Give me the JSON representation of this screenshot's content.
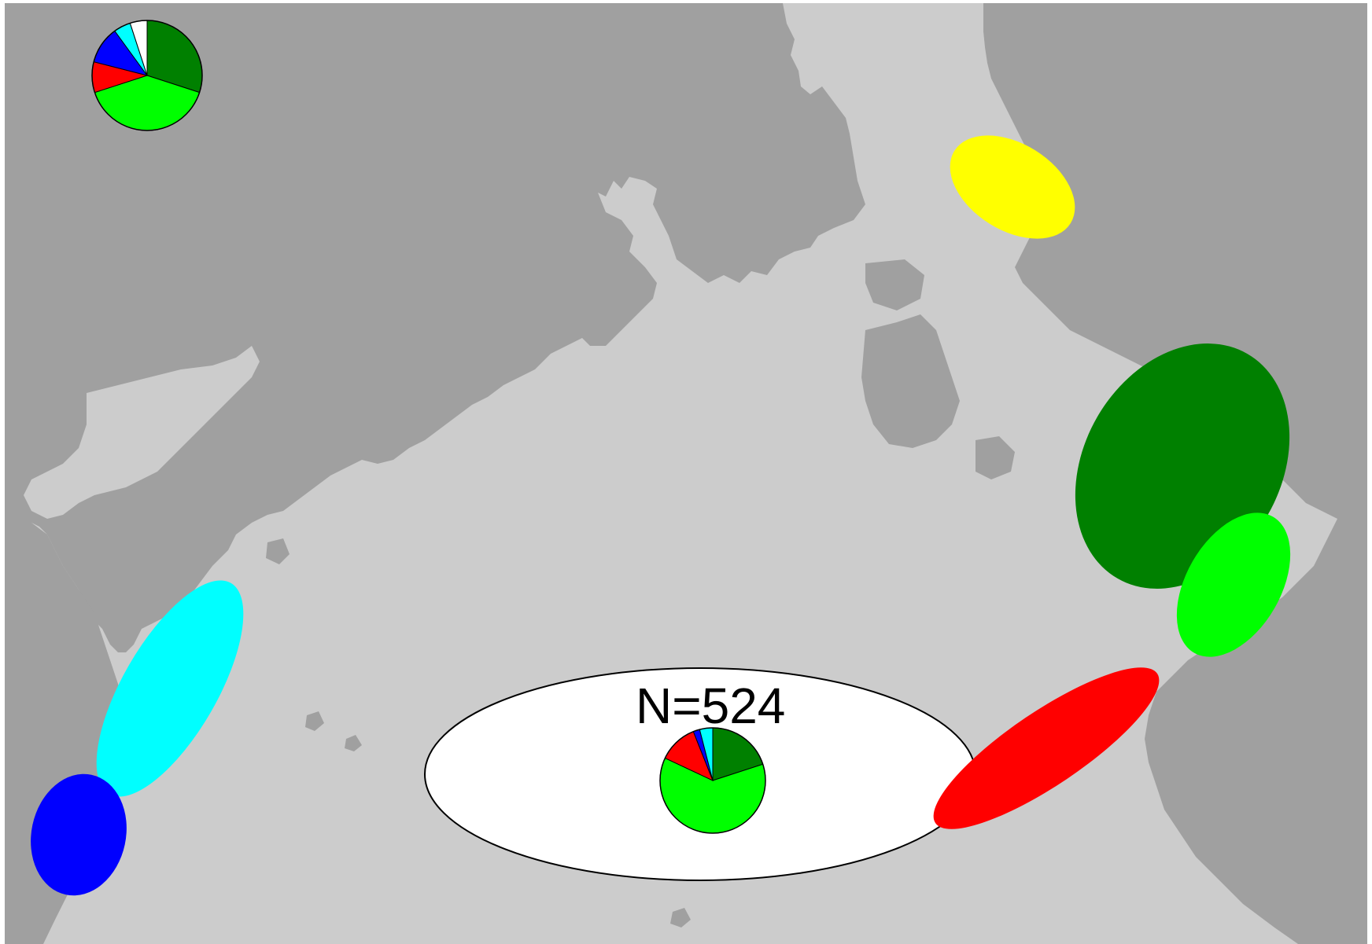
{
  "map": {
    "colors": {
      "sea": "#cccccc",
      "land": "#a0a0a0",
      "outline": "#000000"
    },
    "sample_label": "N=524",
    "region_colors": {
      "dark_green": "#008000",
      "light_green": "#00ff00",
      "red": "#ff0000",
      "blue": "#0000ff",
      "cyan": "#00ffff",
      "yellow": "#ffff00",
      "white": "#ffffff"
    },
    "pie_legend_top_left": {
      "slices": [
        {
          "color": "#008000",
          "fraction": 0.3
        },
        {
          "color": "#00ff00",
          "fraction": 0.4
        },
        {
          "color": "#ff0000",
          "fraction": 0.09
        },
        {
          "color": "#0000ff",
          "fraction": 0.11
        },
        {
          "color": "#00ffff",
          "fraction": 0.05
        },
        {
          "color": "#ffffff",
          "fraction": 0.05
        }
      ]
    },
    "pie_sample": {
      "slices": [
        {
          "color": "#008000",
          "fraction": 0.2
        },
        {
          "color": "#00ff00",
          "fraction": 0.62
        },
        {
          "color": "#ff0000",
          "fraction": 0.12
        },
        {
          "color": "#0000ff",
          "fraction": 0.02
        },
        {
          "color": "#00ffff",
          "fraction": 0.04
        }
      ]
    }
  }
}
